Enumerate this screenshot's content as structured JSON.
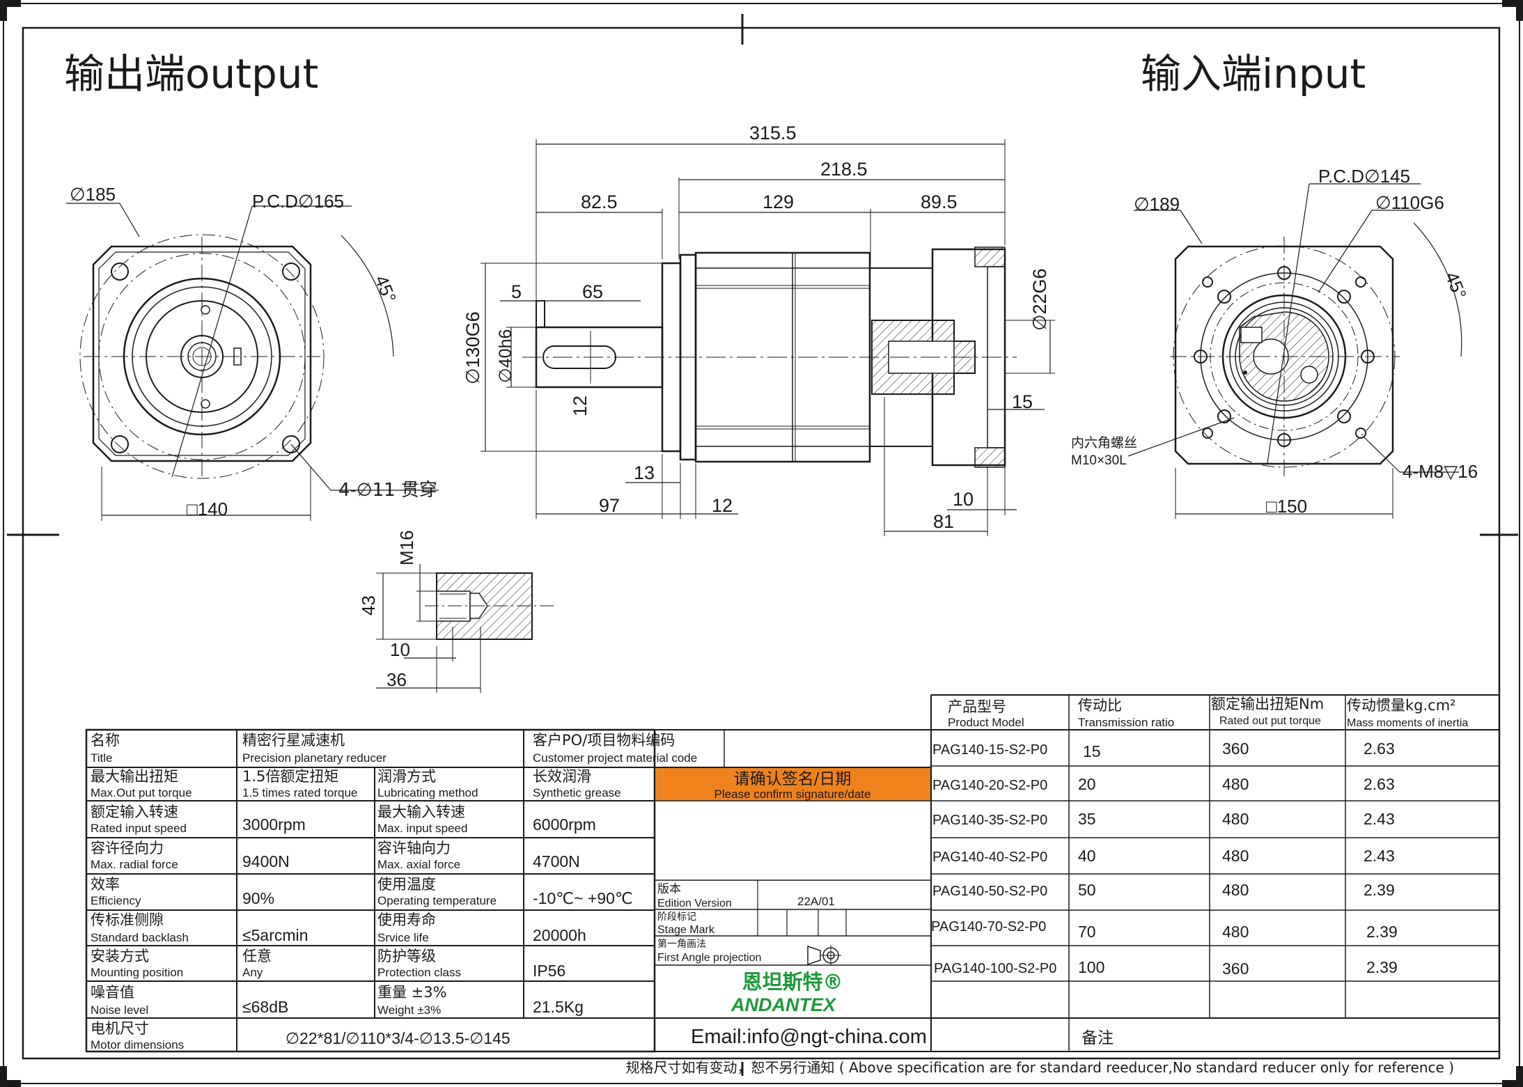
{
  "headings": {
    "output": "输出端output",
    "input": "输入端input"
  },
  "dims": {
    "total_length": "315.5",
    "body_length": "218.5",
    "shaft_length": "82.5",
    "mid_length": "129",
    "input_length": "89.5",
    "shaft_offset": "5",
    "key_length": "65",
    "flange_dia": "∅130G6",
    "shaft_dia": "∅40h6",
    "key_width": "12",
    "flange_thk": "13",
    "shaft_97": "97",
    "thk_12": "12",
    "motor_shaft": "∅22G6",
    "spigot_15": "15",
    "dim_10": "10",
    "dim_81": "81",
    "out_dia": "∅185",
    "out_pcd": "P.C.D∅165",
    "out_angle": "45°",
    "out_holes": "4-∅11 贯穿",
    "out_square": "□140",
    "in_dia": "∅189",
    "in_pcd": "P.C.D∅145",
    "in_spigot": "∅110G6",
    "in_angle": "45°",
    "in_screw_cn": "内六角螺丝",
    "in_screw": "M10×30L",
    "in_holes": "4-M8▽16",
    "in_square": "□150",
    "thread": "M16",
    "detail_43": "43",
    "detail_10": "10",
    "detail_36": "36"
  },
  "spec": {
    "title_cn": "名称",
    "title_en": "Title",
    "product_cn": "精密行星减速机",
    "product_en": "Precision planetary reducer",
    "customer_cn": "客户PO/项目物料编码",
    "customer_en": "Customer project material code",
    "rows": [
      {
        "l1cn": "最大输出扭矩",
        "l1en": "Max.Out put torque",
        "v1cn": "1.5倍额定扭矩",
        "v1en": "1.5 times rated torque",
        "l2cn": "润滑方式",
        "l2en": "Lubricating method",
        "v2cn": "长效润滑",
        "v2en": "Synthetic grease"
      },
      {
        "l1cn": "额定输入转速",
        "l1en": "Rated input speed",
        "v1": "3000rpm",
        "l2cn": "最大输入转速",
        "l2en": "Max. input speed",
        "v2": "6000rpm"
      },
      {
        "l1cn": "容许径向力",
        "l1en": "Max. radial force",
        "v1": "9400N",
        "l2cn": "容许轴向力",
        "l2en": "Max. axial force",
        "v2": "4700N"
      },
      {
        "l1cn": "效率",
        "l1en": "Efficiency",
        "v1": "90%",
        "l2cn": "使用温度",
        "l2en": "Operating temperature",
        "v2": "-10℃~ +90℃"
      },
      {
        "l1cn": "传标准侧隙",
        "l1en": "Standard backlash",
        "v1": "≤5arcmin",
        "l2cn": "使用寿命",
        "l2en": "Srvice life",
        "v2": "20000h"
      },
      {
        "l1cn": "安装方式",
        "l1en": "Mounting position",
        "v1cn": "任意",
        "v1en": "Any",
        "l2cn": "防护等级",
        "l2en": "Protection class",
        "v2": "IP56"
      },
      {
        "l1cn": "噪音值",
        "l1en": "Noise level",
        "v1": "≤68dB",
        "l2cn": "重量 ±3%",
        "l2en": "Weight ±3%",
        "v2": "21.5Kg"
      }
    ],
    "motor_cn": "电机尺寸",
    "motor_en": "Motor dimensions",
    "motor_value": "∅22*81/∅110*3/4-∅13.5-∅145",
    "confirm_cn": "请确认签名/日期",
    "confirm_en": "Please confirm signature/date",
    "edition_cn": "版本",
    "edition_en": "Edition Version",
    "edition_value": "22A/01",
    "stage_cn": "阶段标记",
    "stage_en": "Stage Mark",
    "projection_cn": "第一角画法",
    "projection_en": "First Angle projection",
    "brand_cn": "恩坦斯特®",
    "brand_en": "ANDANTEX",
    "email": "Email:info@ngt-china.com",
    "remark": "备注",
    "footnote": "规格尺寸如有变动，恕不另行通知 ( Above specification are for standard reeducer,No standard reducer only for reference )"
  },
  "models": {
    "headers": [
      {
        "cn": "产品型号",
        "en": "Product Model"
      },
      {
        "cn": "传动比",
        "en": "Transmission ratio"
      },
      {
        "cn": "额定输出扭矩Nm",
        "en": "Rated out put torque"
      },
      {
        "cn": "传动惯量kg.cm²",
        "en": "Mass moments of inertia"
      }
    ],
    "rows": [
      {
        "model": "PAG140-15-S2-P0",
        "ratio": "15",
        "torque": "360",
        "inertia": "2.63"
      },
      {
        "model": "PAG140-20-S2-P0",
        "ratio": "20",
        "torque": "480",
        "inertia": "2.63"
      },
      {
        "model": "PAG140-35-S2-P0",
        "ratio": "35",
        "torque": "480",
        "inertia": "2.43"
      },
      {
        "model": "PAG140-40-S2-P0",
        "ratio": "40",
        "torque": "480",
        "inertia": "2.43"
      },
      {
        "model": "PAG140-50-S2-P0",
        "ratio": "50",
        "torque": "480",
        "inertia": "2.39"
      },
      {
        "model": "PAG140-70-S2-P0",
        "ratio": "70",
        "torque": "480",
        "inertia": "2.39"
      },
      {
        "model": "PAG140-100-S2-P0",
        "ratio": "100",
        "torque": "360",
        "inertia": "2.39"
      }
    ]
  },
  "colors": {
    "accent": "#f0821e",
    "brand": "#1c9a3a",
    "line": "#1a1a1a"
  }
}
